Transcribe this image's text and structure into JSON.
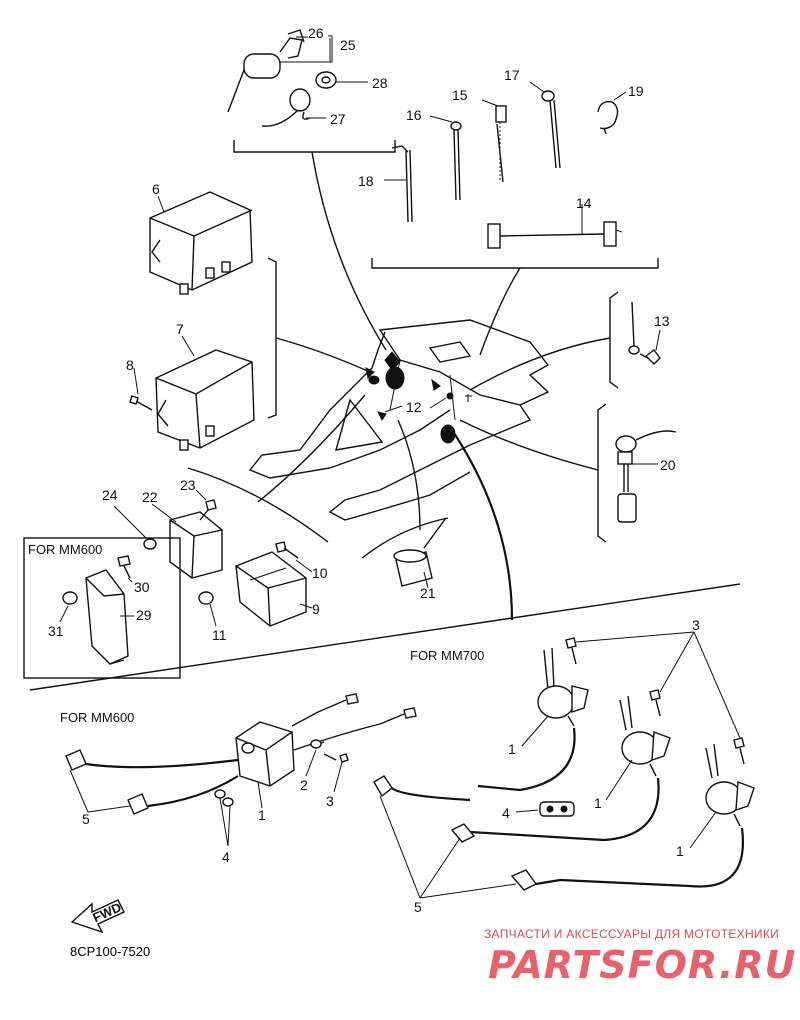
{
  "diagram": {
    "code": "8CP100-7520",
    "fwd_label": "FWD",
    "sections": {
      "mm600_box": "FOR MM600",
      "mm700": "FOR MM700",
      "mm600_lower": "FOR MM600"
    },
    "callouts": [
      "1",
      "2",
      "3",
      "4",
      "5",
      "6",
      "7",
      "8",
      "9",
      "10",
      "11",
      "12",
      "13",
      "14",
      "15",
      "16",
      "17",
      "18",
      "19",
      "20",
      "21",
      "22",
      "23",
      "24",
      "25",
      "26",
      "27",
      "28",
      "29",
      "30",
      "31"
    ],
    "watermark": {
      "tagline": "ЗАПЧАСТИ И АКСЕССУАРЫ ДЛЯ МОТОТЕХНИКИ",
      "brand": "PARTSFOR.RU"
    }
  }
}
